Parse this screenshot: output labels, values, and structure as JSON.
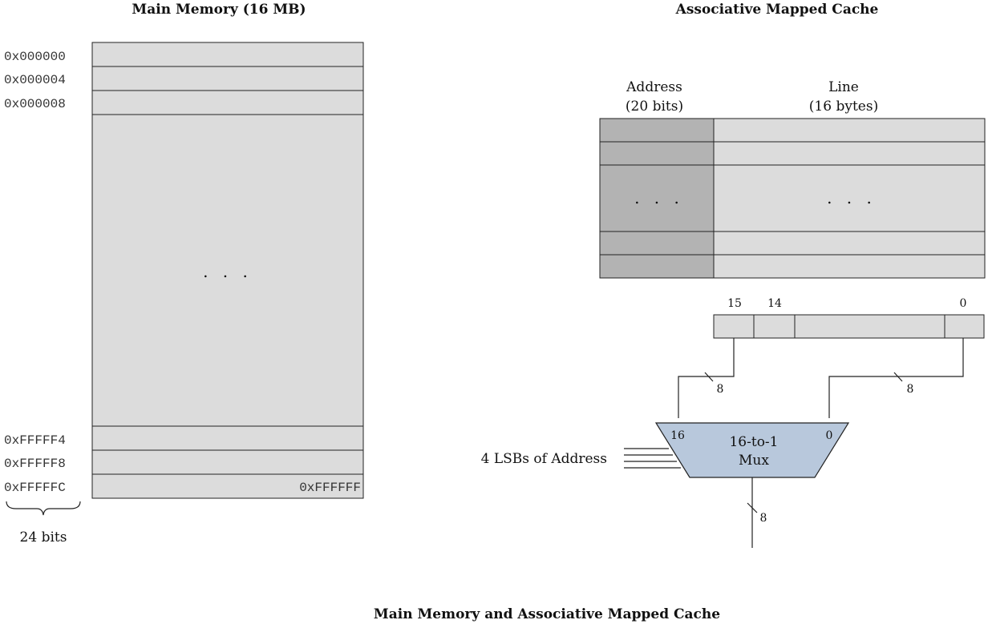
{
  "figure_caption": "Main Memory and Associative Mapped Cache",
  "main_memory": {
    "title": "Main Memory (16 MB)",
    "top_addresses": [
      "0x000000",
      "0x000004",
      "0x000008"
    ],
    "bottom_addresses": [
      "0xFFFFF4",
      "0xFFFFF8",
      "0xFFFFFC"
    ],
    "last_byte_address": "0xFFFFFF",
    "ellipsis": ". . .",
    "width_label": "24 bits"
  },
  "cache": {
    "title": "Associative Mapped Cache",
    "address_header_line1": "Address",
    "address_header_line2": "(20 bits)",
    "line_header_line1": "Line",
    "line_header_line2": "(16 bytes)",
    "ellipsis_address": ". . .",
    "ellipsis_line": ". . ."
  },
  "line_register": {
    "bit_labels": [
      "15",
      "14",
      "0"
    ]
  },
  "mux": {
    "label_line1": "16-to-1",
    "label_line2": "Mux",
    "input_high": "16",
    "input_low": "0",
    "select_label": "4 LSBs of Address",
    "bus_width_left": "8",
    "bus_width_right": "8",
    "bus_width_out": "8"
  },
  "colors": {
    "cell_fill": "#dcdcdc",
    "tag_fill": "#b3b3b3",
    "mux_fill": "#b8c8dc"
  }
}
